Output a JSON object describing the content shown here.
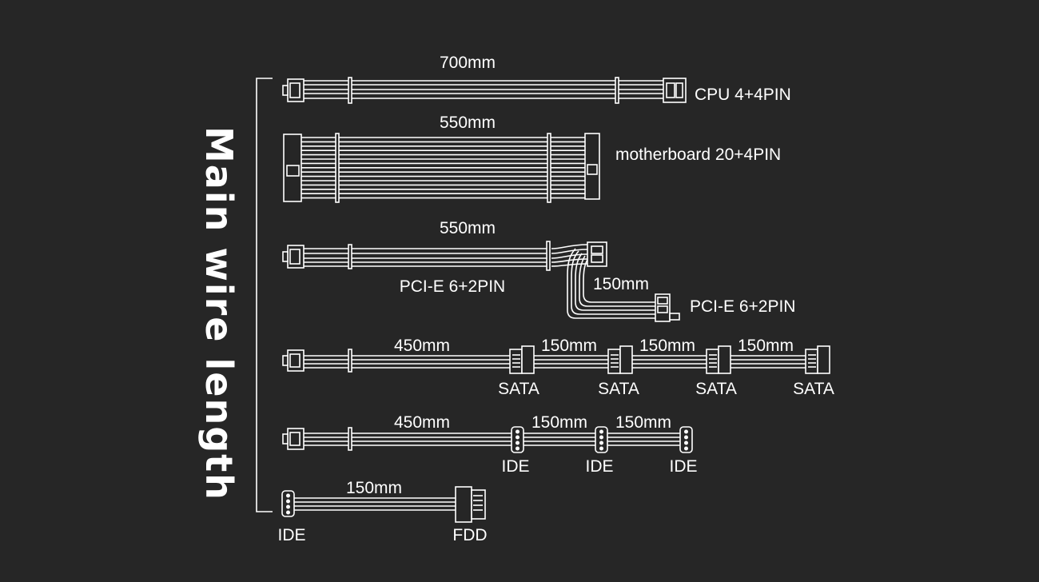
{
  "title": "Main wire length",
  "cables": {
    "cpu": {
      "length": "700mm",
      "name": "CPU 4+4PIN"
    },
    "motherboard": {
      "length": "550mm",
      "name": "motherboard 20+4PIN"
    },
    "pcie": {
      "length": "550mm",
      "name": "PCI-E 6+2PIN",
      "ext_length": "150mm",
      "ext_name": "PCI-E 6+2PIN"
    },
    "sata": {
      "lengths": [
        "450mm",
        "150mm",
        "150mm",
        "150mm"
      ],
      "connectors": [
        "SATA",
        "SATA",
        "SATA",
        "SATA"
      ]
    },
    "ide": {
      "lengths": [
        "450mm",
        "150mm",
        "150mm"
      ],
      "connectors": [
        "IDE",
        "IDE",
        "IDE"
      ]
    },
    "fdd": {
      "length": "150mm",
      "start": "IDE",
      "end": "FDD"
    }
  },
  "colors": {
    "background": "#262626",
    "line": "#ffffff"
  }
}
